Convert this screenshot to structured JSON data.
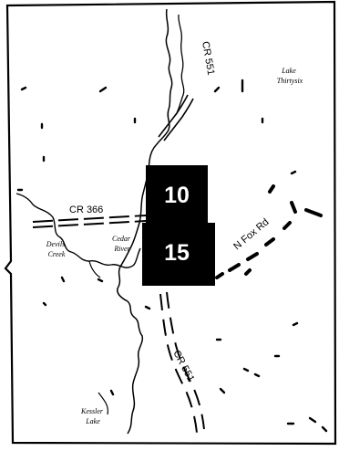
{
  "map": {
    "sections": [
      {
        "number": "10"
      },
      {
        "number": "15"
      }
    ],
    "roads": [
      {
        "label": "CR 551"
      },
      {
        "label": "CR 366"
      },
      {
        "label": "N Fox Rd"
      },
      {
        "label": "CR 551"
      }
    ],
    "water_features": [
      {
        "lines": [
          "Lake",
          "Thirtysix"
        ]
      },
      {
        "lines": [
          "Devils",
          "Creek"
        ]
      },
      {
        "lines": [
          "Cedar",
          "River"
        ]
      },
      {
        "lines": [
          "Kessler",
          "Lake"
        ]
      }
    ],
    "colors": {
      "sections_fill": "#000000",
      "section_text": "#ffffff",
      "lines": "#000000",
      "background": "#ffffff"
    }
  }
}
